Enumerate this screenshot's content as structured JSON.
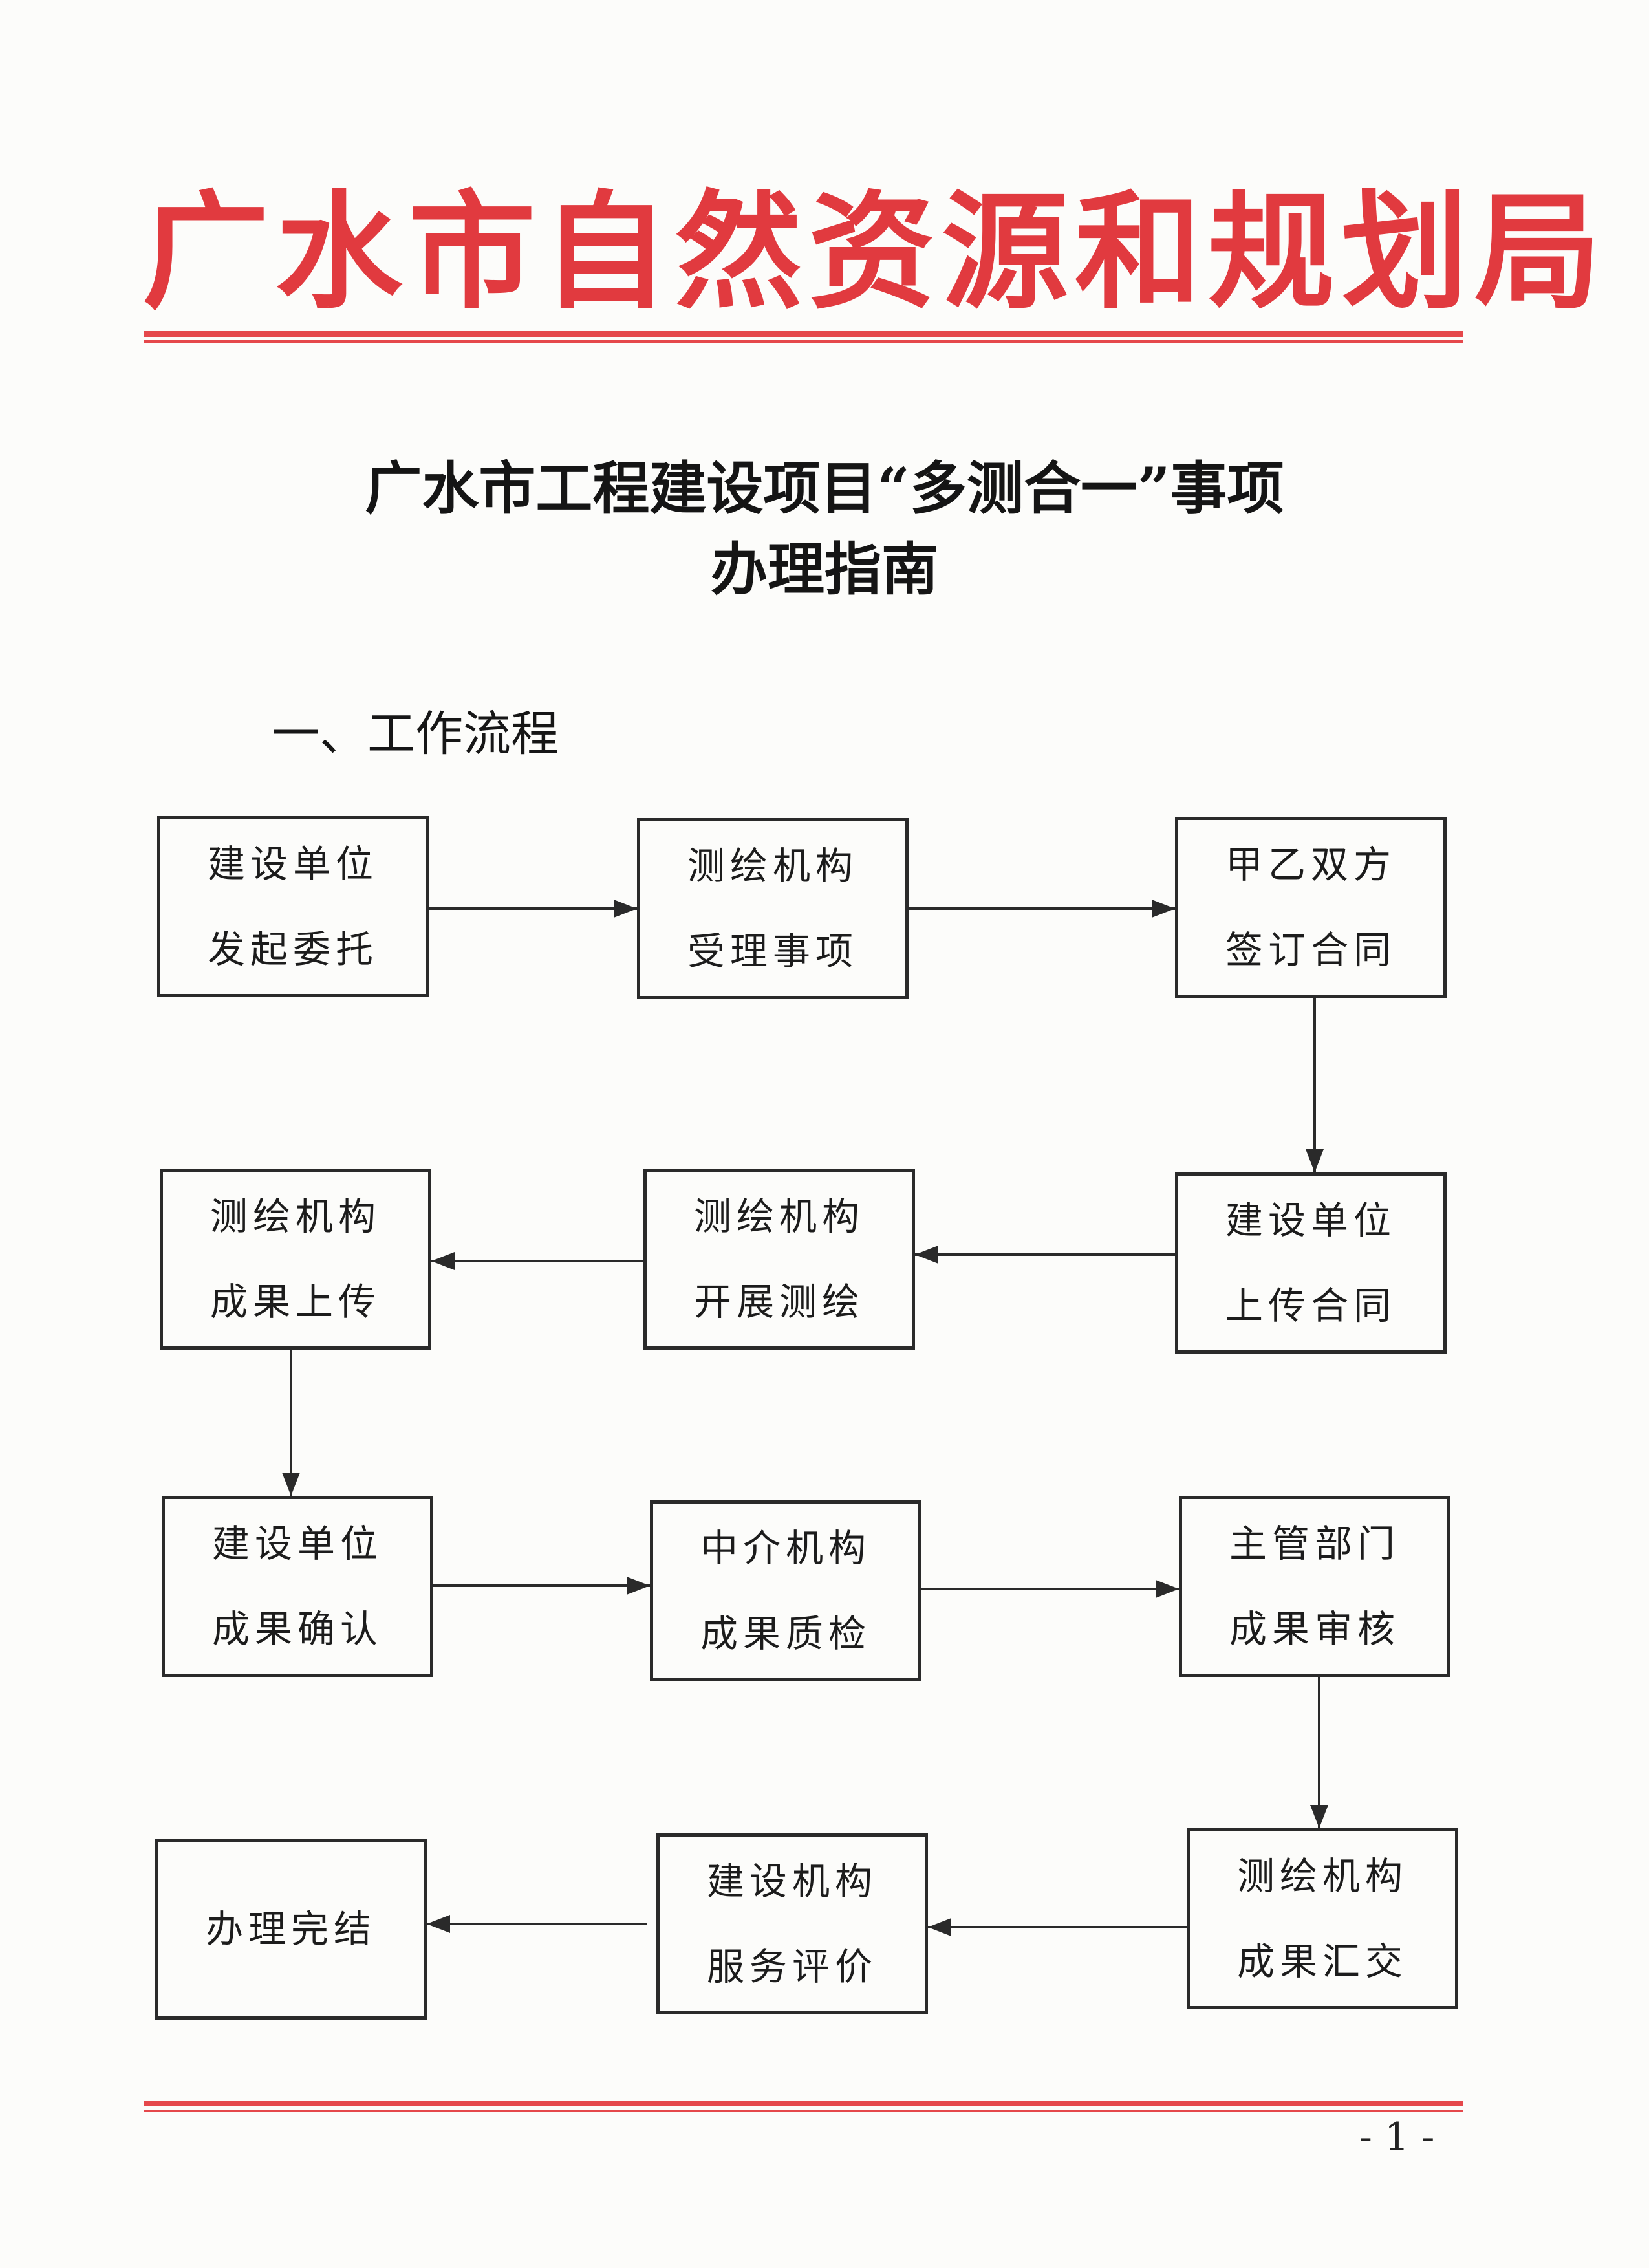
{
  "header": {
    "organization": "广水市自然资源和规划局"
  },
  "document": {
    "title_line1": "广水市工程建设项目“多测合一”事项",
    "title_line2": "办理指南",
    "section_heading": "一、工作流程"
  },
  "flowchart": {
    "steps": [
      {
        "id": "s1",
        "line1": "建设单位",
        "line2": "发起委托"
      },
      {
        "id": "s2",
        "line1": "测绘机构",
        "line2": "受理事项"
      },
      {
        "id": "s3",
        "line1": "甲乙双方",
        "line2": "签订合同"
      },
      {
        "id": "s4",
        "line1": "建设单位",
        "line2": "上传合同"
      },
      {
        "id": "s5",
        "line1": "测绘机构",
        "line2": "开展测绘"
      },
      {
        "id": "s6",
        "line1": "测绘机构",
        "line2": "成果上传"
      },
      {
        "id": "s7",
        "line1": "建设单位",
        "line2": "成果确认"
      },
      {
        "id": "s8",
        "line1": "中介机构",
        "line2": "成果质检"
      },
      {
        "id": "s9",
        "line1": "主管部门",
        "line2": "成果审核"
      },
      {
        "id": "s10",
        "line1": "测绘机构",
        "line2": "成果汇交"
      },
      {
        "id": "s11",
        "line1": "建设机构",
        "line2": "服务评价"
      },
      {
        "id": "s12",
        "line1": "办理完结"
      }
    ]
  },
  "footer": {
    "page_number": "- 1 -"
  },
  "colors": {
    "header_red": "#e13a3f",
    "rule_red": "#e5484b",
    "text": "#1c1c1c",
    "paper": "#fcfcfa"
  }
}
